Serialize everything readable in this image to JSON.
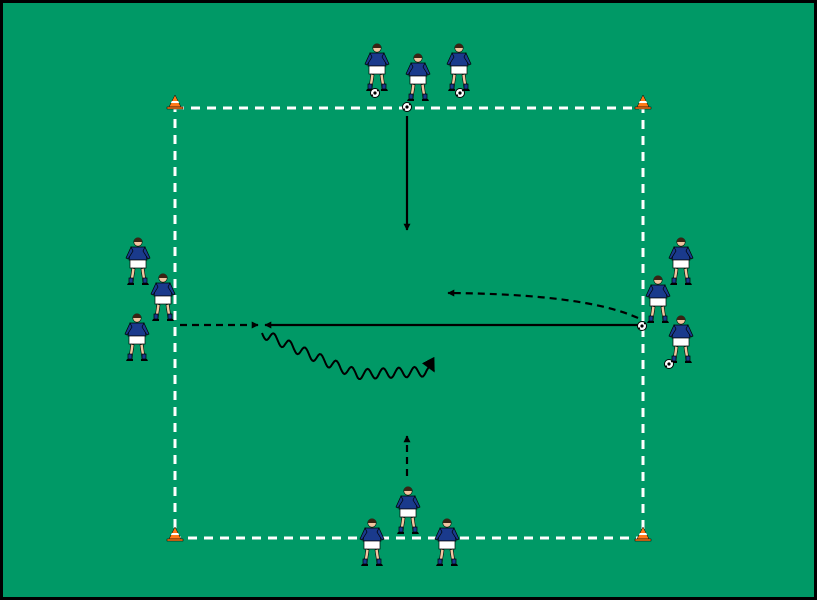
{
  "colors": {
    "pitch": "#009966",
    "border": "#000000",
    "line": "#ffffff",
    "arrow": "#000000",
    "shirt": "#1a3a8c",
    "shorts": "#ffffff",
    "skin": "#f2c6a0",
    "hair": "#3a2414",
    "cone": "#ff7a1a"
  },
  "diagram": {
    "field": {
      "corners": [
        "cone",
        "cone",
        "cone",
        "cone"
      ]
    },
    "groups": [
      {
        "name": "top",
        "players": 3,
        "balls": 3
      },
      {
        "name": "left",
        "players": 3,
        "balls": 0
      },
      {
        "name": "right",
        "players": 3,
        "balls": 2
      },
      {
        "name": "bottom",
        "players": 3,
        "balls": 0
      }
    ],
    "arrows": [
      {
        "name": "pass-top",
        "style": "solid"
      },
      {
        "name": "pass-right",
        "style": "solid"
      },
      {
        "name": "run-right",
        "style": "dashed"
      },
      {
        "name": "run-left",
        "style": "dashed"
      },
      {
        "name": "dribble",
        "style": "wavy"
      },
      {
        "name": "run-bottom",
        "style": "dashed"
      }
    ]
  }
}
